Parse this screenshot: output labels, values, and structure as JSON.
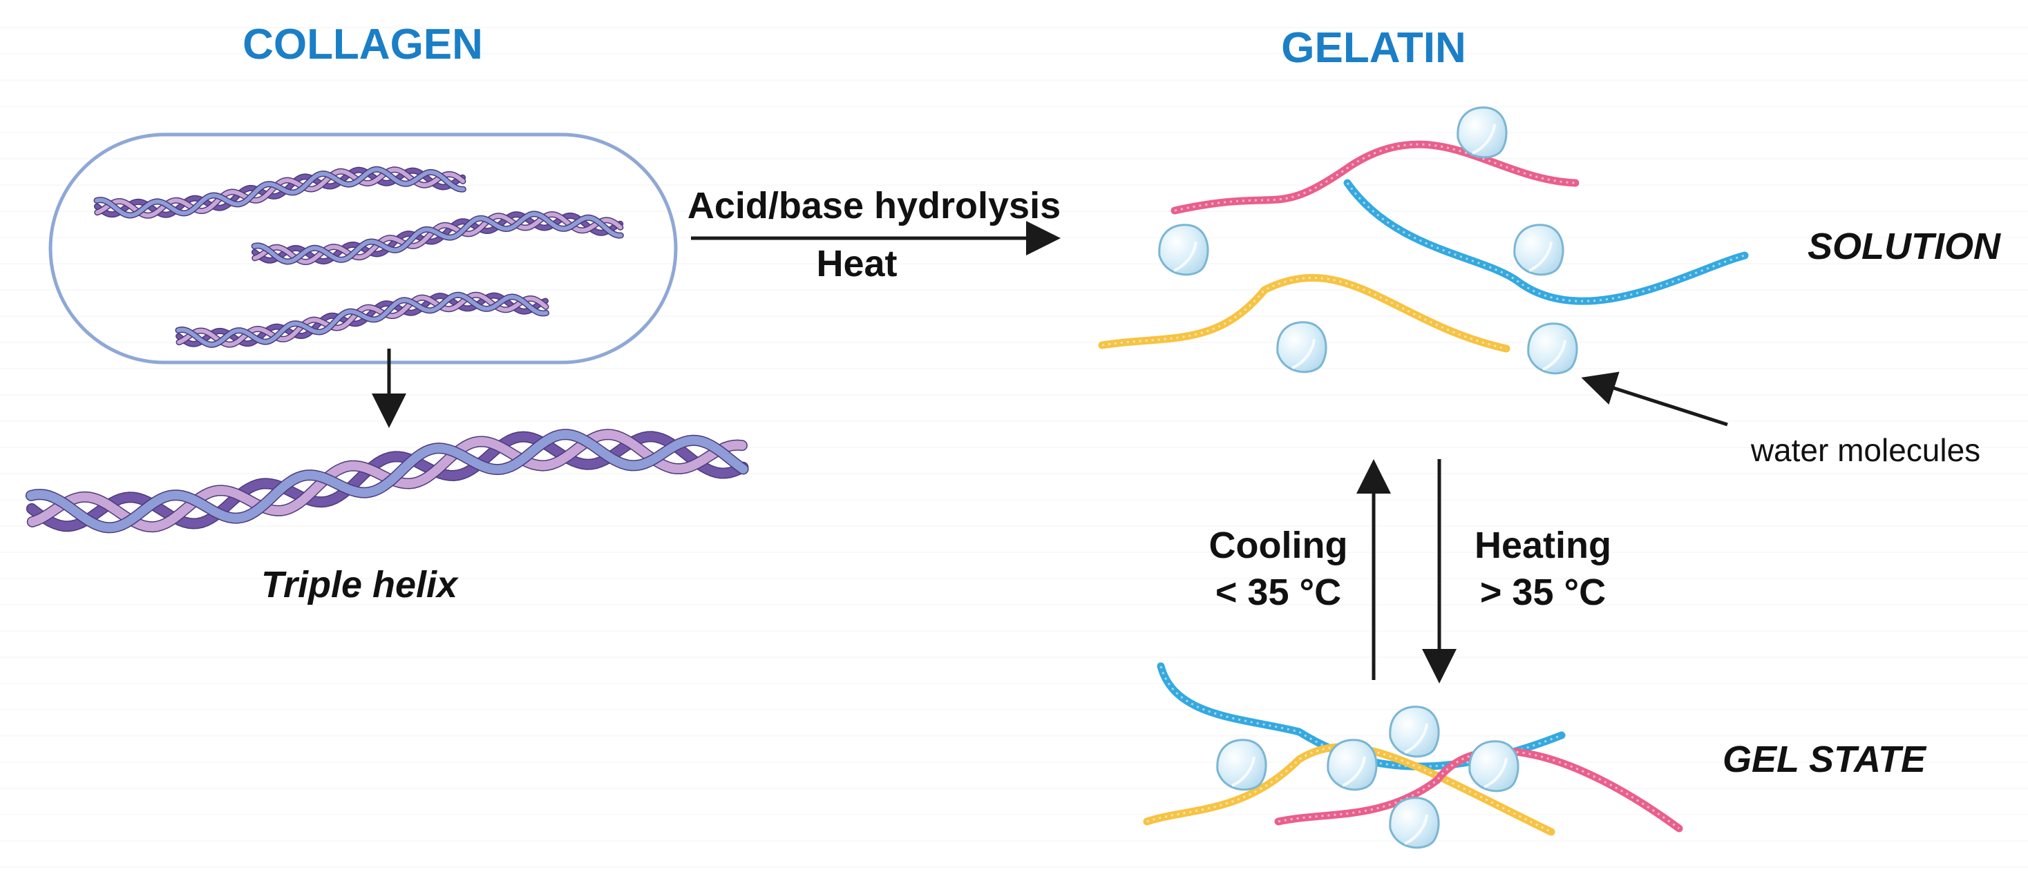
{
  "titles": {
    "collagen": "COLLAGEN",
    "gelatin": "GELATIN"
  },
  "labels": {
    "triple_helix": "Triple helix",
    "process_line1": "Acid/base hydrolysis",
    "process_line2": "Heat",
    "solution": "SOLUTION",
    "water_molecules": "water molecules",
    "cooling_line1": "Cooling",
    "cooling_line2": "< 35 °C",
    "heating_line1": "Heating",
    "heating_line2": "> 35 °C",
    "gel_state": "GEL STATE"
  },
  "colors": {
    "title": "#1a7fc6",
    "text": "#111111",
    "capsule_border": "#8ea8d6",
    "strand_violet": "#7257a8",
    "strand_lilac": "#c9a6d8",
    "strand_blue": "#8e9cd8",
    "chain_pink": "#e95f8c",
    "chain_blue": "#35a9df",
    "chain_yellow": "#f6c343",
    "water_fill": "#d8eef9",
    "water_stroke": "#7ab6d3"
  }
}
